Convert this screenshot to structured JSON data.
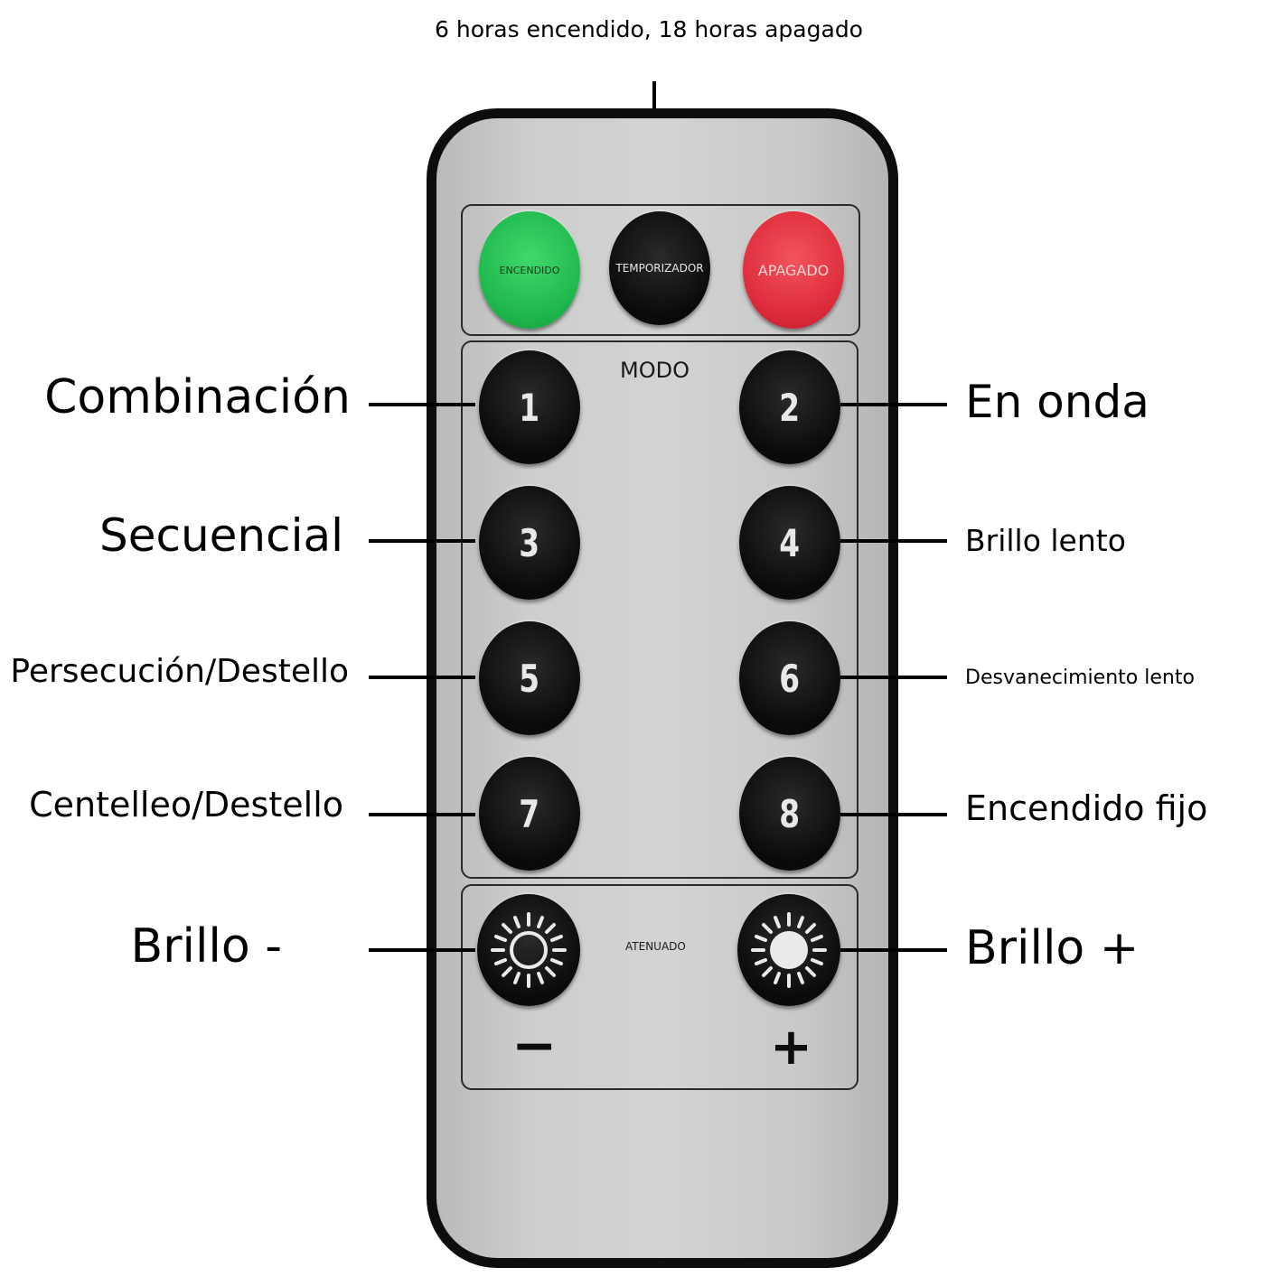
{
  "timer_note": "6 horas encendido, 18 horas apagado",
  "top_row": {
    "on_label": "ENCENDIDO",
    "timer_label": "TEMPORIZADOR",
    "off_label": "APAGADO",
    "colors": {
      "on": "#1fb84d",
      "timer": "#0a0a0a",
      "off": "#de2c3a"
    }
  },
  "mode_label": "MODO",
  "dim_label": "ATENUADO",
  "mode_buttons": [
    "1",
    "2",
    "3",
    "4",
    "5",
    "6",
    "7",
    "8"
  ],
  "callouts_left": [
    "Combinación",
    "Secuencial",
    "Persecución/Destello",
    "Centelleo/Destello",
    "Brillo -"
  ],
  "callouts_right": [
    "En onda",
    "Brillo lento",
    "Desvanecimiento lento",
    "Encendido fijo",
    "Brillo +"
  ],
  "dim_signs": {
    "minus": "−",
    "plus": "+"
  },
  "icons": {
    "dim_down": "sun-outline-icon",
    "dim_up": "sun-filled-icon"
  }
}
